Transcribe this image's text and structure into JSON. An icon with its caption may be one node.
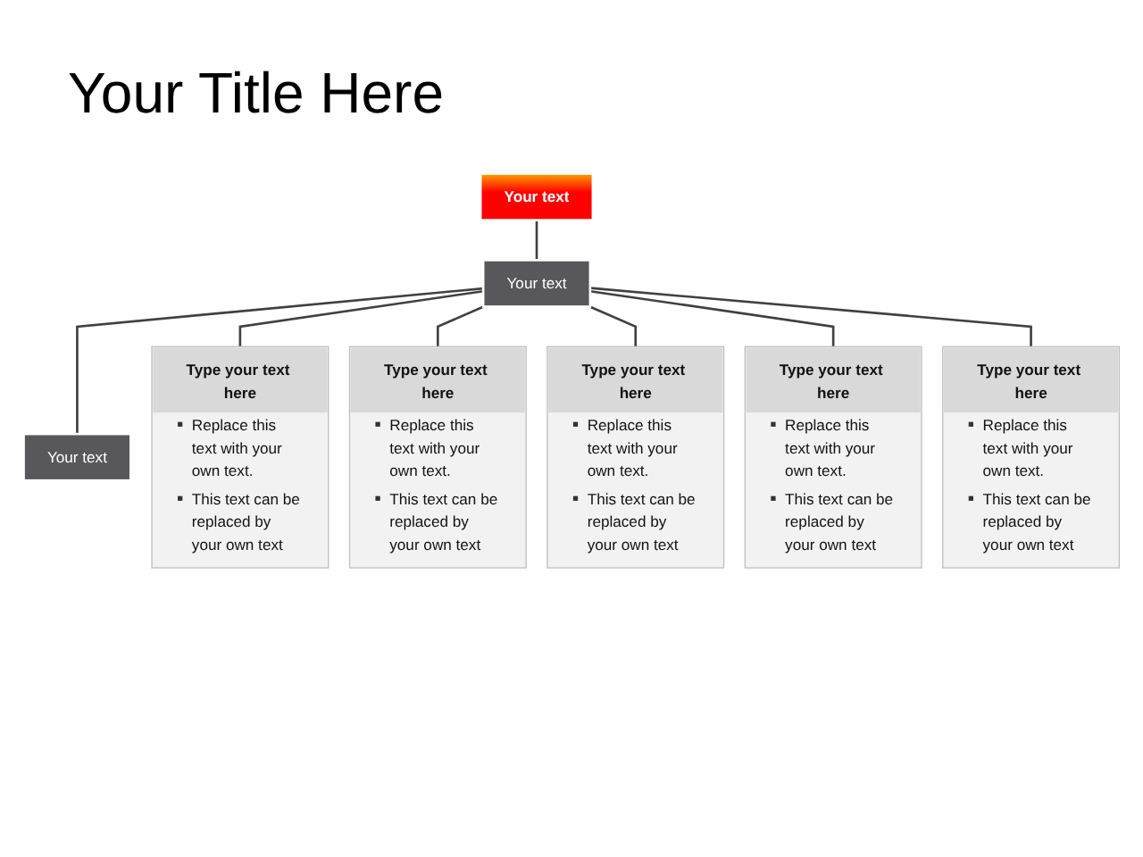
{
  "diagram": {
    "title": "Your Title Here",
    "nodes": [
      {
        "text": [
          "Your text"
        ]
      },
      {
        "text": [
          "Your text"
        ]
      },
      {
        "text": [
          "Your text"
        ]
      },
      {
        "text": [
          "Type your text here",
          "Replace this text with your own text.",
          "This text can be replaced by your own text"
        ]
      },
      {
        "text": [
          "Type your text here",
          "Replace this text with your own text.",
          "This text can be replaced by your own text"
        ]
      },
      {
        "text": [
          "Type your text here",
          "Replace this text with your own text.",
          "This text can be replaced by your own text"
        ]
      },
      {
        "text": [
          "Type your text here",
          "Replace this text with your own text.",
          "This text can be replaced by your own text"
        ]
      },
      {
        "text": [
          "Type your text here",
          "Replace this text with your own text.",
          "This text can be replaced by your own text"
        ]
      }
    ],
    "edges": [
      {
        "from": 0,
        "to": 1,
        "arrow": "none"
      },
      {
        "from": 1,
        "to": 2,
        "arrow": "none"
      },
      {
        "from": 1,
        "to": 3,
        "arrow": "none"
      },
      {
        "from": 1,
        "to": 4,
        "arrow": "none"
      },
      {
        "from": 1,
        "to": 5,
        "arrow": "none"
      },
      {
        "from": 1,
        "to": 6,
        "arrow": "none"
      },
      {
        "from": 1,
        "to": 7,
        "arrow": "none"
      }
    ]
  }
}
